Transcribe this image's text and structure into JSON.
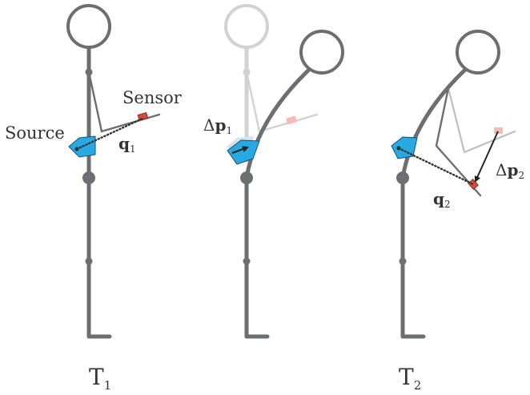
{
  "labels": {
    "sensor": "Sensor",
    "source": "Source",
    "q1_main": "q",
    "q1_sub": "1",
    "q2_main": "q",
    "q2_sub": "2",
    "dp1_delta": "Δ",
    "dp1_main": "p",
    "dp1_sub": "1",
    "dp2_delta": "Δ",
    "dp2_main": "p",
    "dp2_sub": "2",
    "t1_main": "T",
    "t1_sub": "1",
    "t2_main": "T",
    "t2_sub": "2"
  },
  "colors": {
    "body": "#6d6e71",
    "body_faded": "#d1d2d4",
    "source": "#27a9e1",
    "sensor": "#d9473d"
  }
}
